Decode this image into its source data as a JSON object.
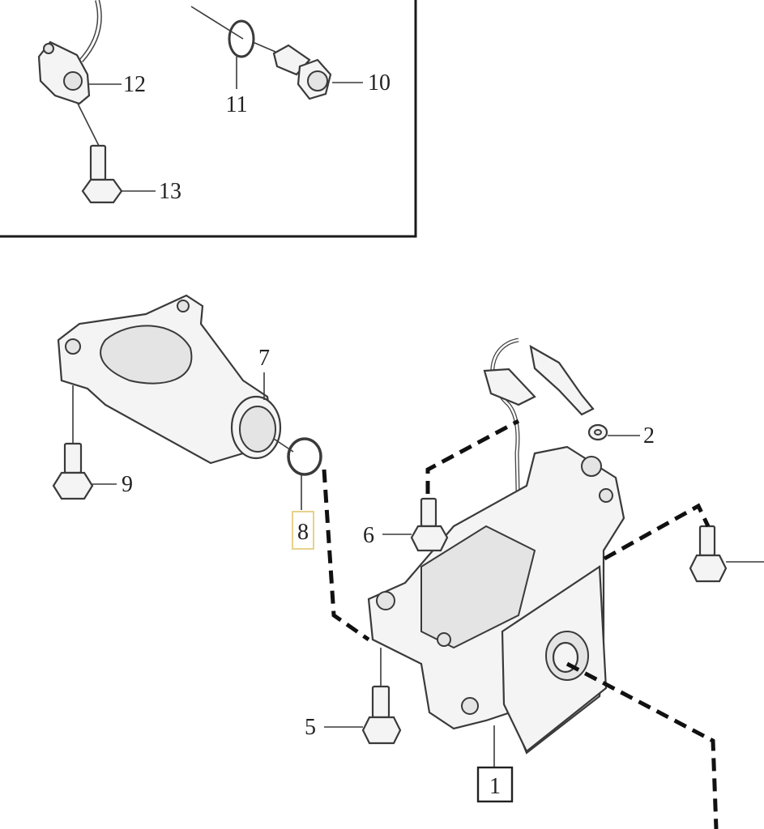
{
  "callouts": [
    {
      "id": "1",
      "text": "1",
      "boxed": true
    },
    {
      "id": "2",
      "text": "2"
    },
    {
      "id": "5",
      "text": "5"
    },
    {
      "id": "6",
      "text": "6"
    },
    {
      "id": "7",
      "text": "7"
    },
    {
      "id": "8",
      "text": "8",
      "highlighted": true
    },
    {
      "id": "9",
      "text": "9"
    },
    {
      "id": "10",
      "text": "10"
    },
    {
      "id": "11",
      "text": "11"
    },
    {
      "id": "12",
      "text": "12"
    },
    {
      "id": "13",
      "text": "13"
    }
  ],
  "colors": {
    "line": "#3a3a3a",
    "highlight": "#e8d28a",
    "background": "#ffffff"
  }
}
